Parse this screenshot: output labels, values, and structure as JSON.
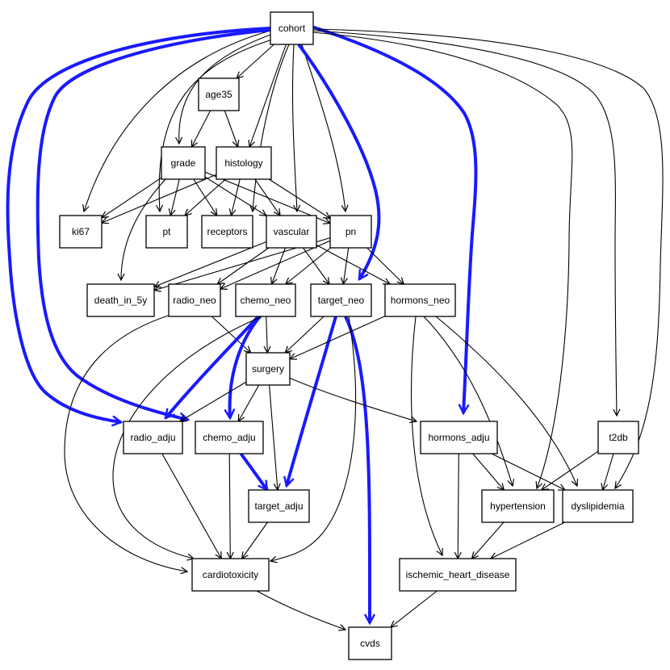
{
  "highlight_color": "#1a1aff",
  "edge_color": "#000000",
  "nodes": {
    "cohort": "cohort",
    "age35": "age35",
    "grade": "grade",
    "histology": "histology",
    "ki67": "ki67",
    "pt": "pt",
    "receptors": "receptors",
    "vascular": "vascular",
    "pn": "pn",
    "death_in_5y": "death_in_5y",
    "radio_neo": "radio_neo",
    "chemo_neo": "chemo_neo",
    "target_neo": "target_neo",
    "hormons_neo": "hormons_neo",
    "surgery": "surgery",
    "radio_adju": "radio_adju",
    "chemo_adju": "chemo_adju",
    "hormons_adju": "hormons_adju",
    "t2db": "t2db",
    "target_adju": "target_adju",
    "hypertension": "hypertension",
    "dyslipidemia": "dyslipidemia",
    "cardiotoxicity": "cardiotoxicity",
    "ischemic_heart_disease": "ischemic_heart_disease",
    "cvds": "cvds"
  },
  "edges": [
    {
      "from": "cohort",
      "to": "age35"
    },
    {
      "from": "cohort",
      "to": "grade"
    },
    {
      "from": "cohort",
      "to": "histology"
    },
    {
      "from": "cohort",
      "to": "ki67"
    },
    {
      "from": "cohort",
      "to": "pt"
    },
    {
      "from": "cohort",
      "to": "receptors"
    },
    {
      "from": "cohort",
      "to": "vascular"
    },
    {
      "from": "cohort",
      "to": "pn"
    },
    {
      "from": "cohort",
      "to": "radio_adju",
      "highlight": true
    },
    {
      "from": "cohort",
      "to": "chemo_adju",
      "highlight": true
    },
    {
      "from": "cohort",
      "to": "target_neo",
      "highlight": true
    },
    {
      "from": "cohort",
      "to": "hormons_adju",
      "highlight": true
    },
    {
      "from": "cohort",
      "to": "hypertension"
    },
    {
      "from": "cohort",
      "to": "t2db"
    },
    {
      "from": "cohort",
      "to": "dyslipidemia"
    },
    {
      "from": "age35",
      "to": "grade"
    },
    {
      "from": "age35",
      "to": "histology"
    },
    {
      "from": "grade",
      "to": "ki67"
    },
    {
      "from": "grade",
      "to": "pt"
    },
    {
      "from": "grade",
      "to": "receptors"
    },
    {
      "from": "grade",
      "to": "vascular"
    },
    {
      "from": "grade",
      "to": "pn"
    },
    {
      "from": "grade",
      "to": "death_in_5y"
    },
    {
      "from": "histology",
      "to": "ki67"
    },
    {
      "from": "histology",
      "to": "pt"
    },
    {
      "from": "histology",
      "to": "receptors"
    },
    {
      "from": "histology",
      "to": "vascular"
    },
    {
      "from": "histology",
      "to": "pn"
    },
    {
      "from": "vascular",
      "to": "death_in_5y"
    },
    {
      "from": "vascular",
      "to": "radio_neo"
    },
    {
      "from": "vascular",
      "to": "chemo_neo"
    },
    {
      "from": "vascular",
      "to": "target_neo"
    },
    {
      "from": "vascular",
      "to": "hormons_neo"
    },
    {
      "from": "pn",
      "to": "death_in_5y"
    },
    {
      "from": "pn",
      "to": "radio_neo"
    },
    {
      "from": "pn",
      "to": "chemo_neo"
    },
    {
      "from": "pn",
      "to": "target_neo"
    },
    {
      "from": "pn",
      "to": "hormons_neo"
    },
    {
      "from": "radio_neo",
      "to": "surgery"
    },
    {
      "from": "radio_neo",
      "to": "cardiotoxicity"
    },
    {
      "from": "chemo_neo",
      "to": "surgery"
    },
    {
      "from": "chemo_neo",
      "to": "radio_adju",
      "highlight": true
    },
    {
      "from": "chemo_neo",
      "to": "chemo_adju",
      "highlight": true
    },
    {
      "from": "chemo_neo",
      "to": "cardiotoxicity"
    },
    {
      "from": "target_neo",
      "to": "surgery"
    },
    {
      "from": "target_neo",
      "to": "target_adju",
      "highlight": true
    },
    {
      "from": "target_neo",
      "to": "cvds",
      "highlight": true
    },
    {
      "from": "target_neo",
      "to": "cardiotoxicity"
    },
    {
      "from": "hormons_neo",
      "to": "surgery"
    },
    {
      "from": "hormons_neo",
      "to": "ischemic_heart_disease"
    },
    {
      "from": "hormons_neo",
      "to": "hypertension"
    },
    {
      "from": "hormons_neo",
      "to": "dyslipidemia"
    },
    {
      "from": "surgery",
      "to": "radio_adju"
    },
    {
      "from": "surgery",
      "to": "chemo_adju"
    },
    {
      "from": "surgery",
      "to": "target_adju"
    },
    {
      "from": "surgery",
      "to": "hormons_adju"
    },
    {
      "from": "radio_adju",
      "to": "cardiotoxicity"
    },
    {
      "from": "chemo_adju",
      "to": "target_adju",
      "highlight": true
    },
    {
      "from": "chemo_adju",
      "to": "cardiotoxicity"
    },
    {
      "from": "target_adju",
      "to": "cardiotoxicity"
    },
    {
      "from": "hormons_adju",
      "to": "hypertension"
    },
    {
      "from": "hormons_adju",
      "to": "dyslipidemia"
    },
    {
      "from": "hormons_adju",
      "to": "ischemic_heart_disease"
    },
    {
      "from": "t2db",
      "to": "hypertension"
    },
    {
      "from": "t2db",
      "to": "dyslipidemia"
    },
    {
      "from": "hypertension",
      "to": "ischemic_heart_disease"
    },
    {
      "from": "dyslipidemia",
      "to": "ischemic_heart_disease"
    },
    {
      "from": "cardiotoxicity",
      "to": "cvds"
    },
    {
      "from": "ischemic_heart_disease",
      "to": "cvds"
    }
  ]
}
